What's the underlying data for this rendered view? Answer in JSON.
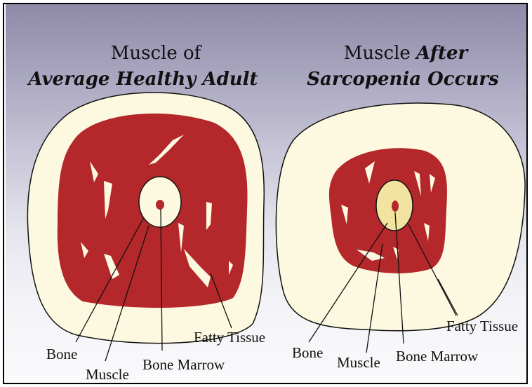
{
  "left_diagram": {
    "title_line1": "Muscle of",
    "title_line2": "Average Healthy Adult",
    "labels": {
      "bone": "Bone",
      "muscle": "Muscle",
      "bone_marrow": "Bone Marrow",
      "fatty_tissue": "Fatty Tissue"
    }
  },
  "right_diagram": {
    "title_line1_plain": "Muscle ",
    "title_line1_italic": "After",
    "title_line2": "Sarcopenia Occurs",
    "labels": {
      "bone": "Bone",
      "muscle": "Muscle",
      "bone_marrow": "Bone Marrow",
      "fatty_tissue": "Fatty Tissue"
    }
  },
  "colors": {
    "fat": "#fdf9e0",
    "muscle": "#b4272a",
    "bone_left": "#fdf9e0",
    "bone_right": "#f2e3a0",
    "marrow": "#b4272a"
  }
}
